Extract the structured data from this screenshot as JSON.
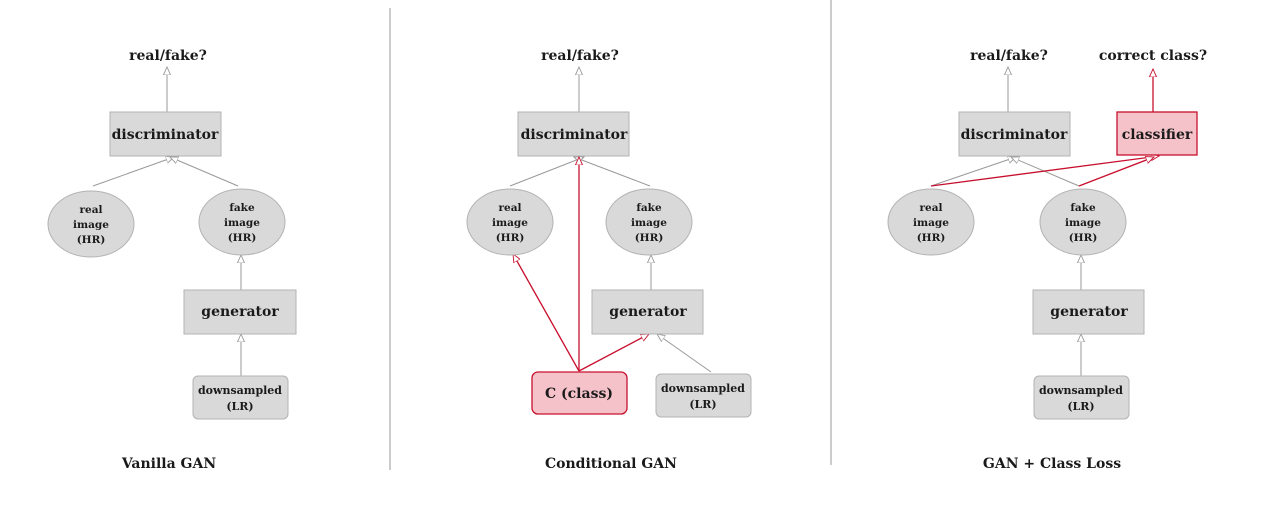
{
  "panels": [
    {
      "caption": "Vanilla GAN",
      "output_label": "real/fake?",
      "discriminator": "discriminator",
      "generator": "generator",
      "real_image": [
        "real",
        "image",
        "(HR)"
      ],
      "fake_image": [
        "fake",
        "image",
        "(HR)"
      ],
      "downsampled": [
        "downsampled",
        "(LR)"
      ]
    },
    {
      "caption": "Conditional GAN",
      "output_label": "real/fake?",
      "discriminator": "discriminator",
      "generator": "generator",
      "real_image": [
        "real",
        "image",
        "(HR)"
      ],
      "fake_image": [
        "fake",
        "image",
        "(HR)"
      ],
      "downsampled": [
        "downsampled",
        "(LR)"
      ],
      "class_input": "C (class)"
    },
    {
      "caption": "GAN + Class Loss",
      "output_label": "real/fake?",
      "classifier_output_label": "correct class?",
      "discriminator": "discriminator",
      "classifier": "classifier",
      "generator": "generator",
      "real_image": [
        "real",
        "image",
        "(HR)"
      ],
      "fake_image": [
        "fake",
        "image",
        "(HR)"
      ],
      "downsampled": [
        "downsampled",
        "(LR)"
      ]
    }
  ],
  "colors": {
    "box_fill": "#d9d9d9",
    "box_stroke": "#b3b3b3",
    "arrow_gray": "#999999",
    "highlight_fill": "#f4c2c8",
    "highlight_stroke": "#c8102e",
    "divider": "#999999"
  }
}
